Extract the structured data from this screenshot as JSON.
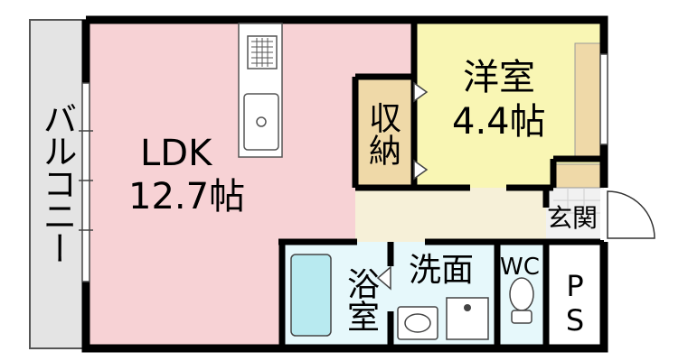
{
  "rooms": {
    "ldk": {
      "name": "LDK",
      "size": "12.7帖"
    },
    "western": {
      "name": "洋室",
      "size": "4.4帖"
    },
    "storage": "収納",
    "balcony": "バルコニー",
    "entrance": "玄関",
    "bath": "浴室",
    "washroom": "洗面",
    "toilet": "WC",
    "ps": "PS"
  },
  "colors": {
    "wall": "#000000",
    "ldk": "#f7d2d5",
    "western": "#f9f6b4",
    "storage": "#efd9a8",
    "corridor": "#f6f0d8",
    "wet": "#e6f8fb",
    "balcony": "#e4e4e4",
    "fixture": "#b8eaf0"
  }
}
